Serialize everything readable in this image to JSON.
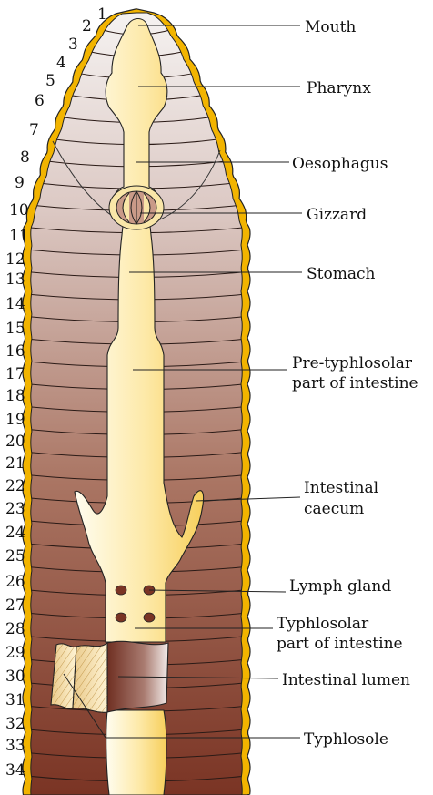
{
  "colors": {
    "cuticle": "#f2b400",
    "body_top": "#f3efee",
    "body_mid": "#c09a92",
    "body_bottom": "#7e3a2a",
    "gut_light": "#fffbe8",
    "gut_dark": "#f9d56b",
    "lumen": "#7a3728",
    "typhlosole_fill": "#f6e0a0"
  },
  "segments": [
    "1",
    "2",
    "3",
    "4",
    "5",
    "6",
    "7",
    "8",
    "9",
    "10",
    "11",
    "12",
    "13",
    "14",
    "15",
    "16",
    "17",
    "18",
    "19",
    "20",
    "21",
    "22",
    "23",
    "24",
    "25",
    "26",
    "27",
    "28",
    "29",
    "30",
    "31",
    "32",
    "33",
    "34"
  ],
  "labels": {
    "mouth": "Mouth",
    "pharynx": "Pharynx",
    "oesophagus": "Oesophagus",
    "gizzard": "Gizzard",
    "stomach": "Stomach",
    "pre_typhlosolar_1": "Pre-typhlosolar",
    "pre_typhlosolar_2": "part of intestine",
    "intestinal_caecum_1": "Intestinal",
    "intestinal_caecum_2": "caecum",
    "lymph_gland": "Lymph gland",
    "typhlosolar_1": "Typhlosolar",
    "typhlosolar_2": "part of intestine",
    "intestinal_lumen": "Intestinal lumen",
    "typhlosole": "Typhlosole"
  }
}
